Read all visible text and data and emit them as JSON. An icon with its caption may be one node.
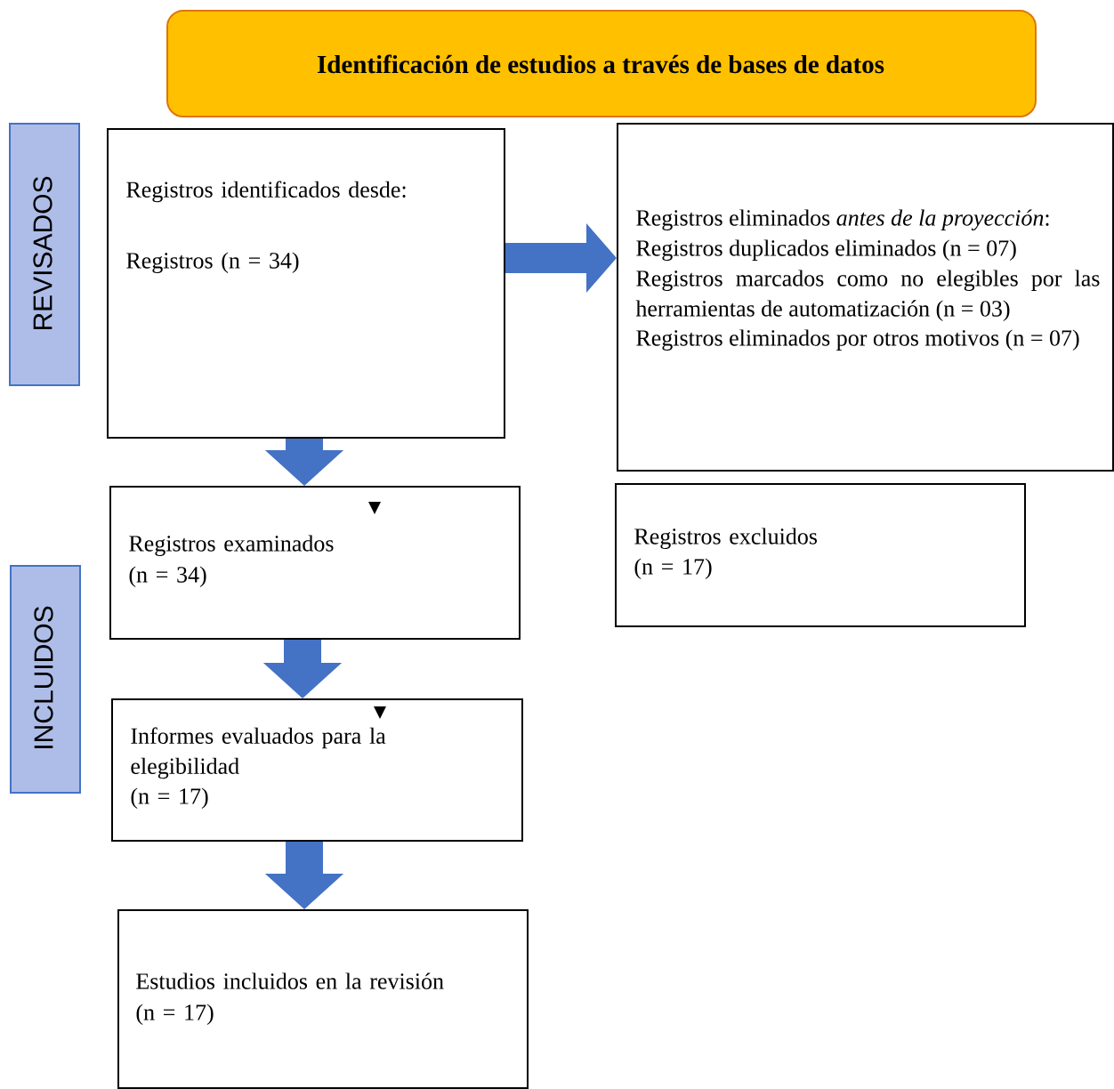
{
  "diagram": {
    "nodes": [
      {
        "text": [
          "Identificación de estudios a través de bases de datos"
        ]
      },
      {
        "text": [
          "REVISADOS"
        ]
      },
      {
        "text": [
          "INCLUIDOS"
        ]
      },
      {
        "text": [
          "Registros identificados desde:",
          "Registros (n = 34)"
        ]
      },
      {
        "text": [
          "Registros eliminados *antes de la proyección*:",
          "Registros duplicados eliminados (n = 07)",
          "Registros marcados como no elegibles por las herramientas de automatización (n = 03)",
          "Registros eliminados por otros motivos (n = 07)"
        ]
      },
      {
        "text": [
          "Registros examinados",
          "(n = 34)"
        ]
      },
      {
        "text": [
          "Registros excluidos",
          "(n = 17)"
        ]
      },
      {
        "text": [
          "Informes evaluados para la elegibilidad",
          "(n = 17)"
        ]
      },
      {
        "text": [
          "Estudios incluidos en la revisión",
          "(n = 17)"
        ]
      }
    ],
    "edges": [
      {
        "from": 3,
        "to": 4,
        "arrow": "to"
      },
      {
        "from": 3,
        "to": 5,
        "arrow": "to"
      },
      {
        "from": 5,
        "to": 7,
        "arrow": "to"
      },
      {
        "from": 7,
        "to": 8,
        "arrow": "to"
      }
    ]
  }
}
